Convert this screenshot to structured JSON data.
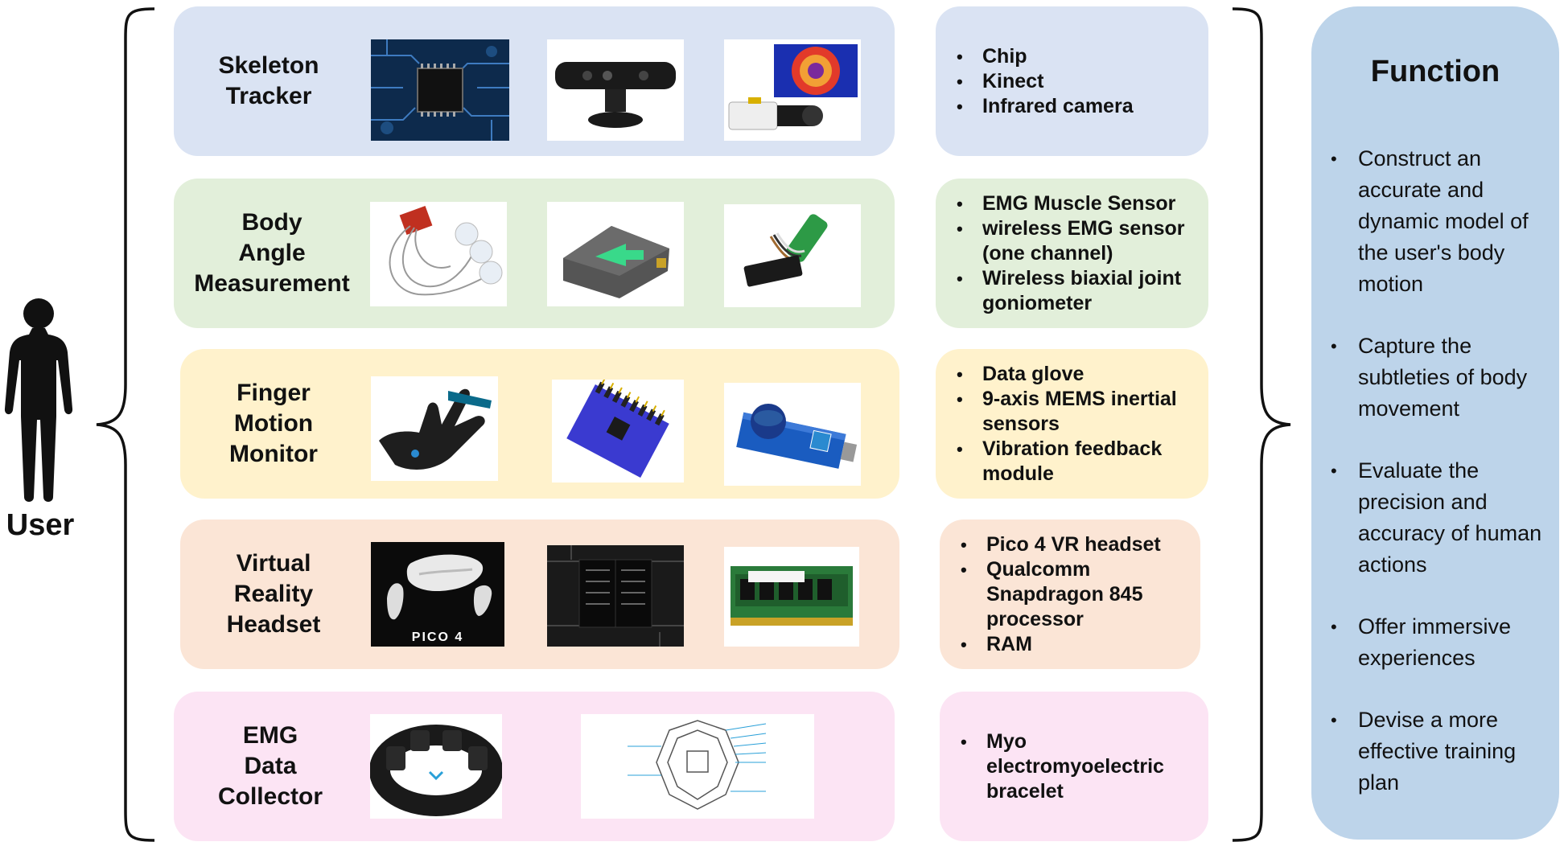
{
  "user": {
    "label": "User",
    "icon": "person-silhouette-icon"
  },
  "rows": [
    {
      "title_lines": [
        "Skeleton",
        "Tracker"
      ],
      "items": [
        "Chip",
        "Kinect",
        "Infrared camera"
      ],
      "thumb_icons": [
        "circuit-chip-icon",
        "kinect-sensor-icon",
        "infrared-camera-icon"
      ],
      "bg": "#dae3f3",
      "list_bg": "#dae3f3"
    },
    {
      "title_lines": [
        "Body",
        "Angle",
        "Measurement"
      ],
      "items": [
        "EMG Muscle Sensor",
        "wireless EMG sensor (one channel)",
        "Wireless biaxial joint goniometer"
      ],
      "thumb_icons": [
        "emg-electrodes-icon",
        "wireless-sensor-icon",
        "goniometer-icon"
      ],
      "bg": "#e2efda",
      "list_bg": "#e2efda"
    },
    {
      "title_lines": [
        "Finger",
        "Motion",
        "Monitor"
      ],
      "items": [
        "Data glove",
        "9-axis MEMS inertial sensors",
        "Vibration feedback module"
      ],
      "thumb_icons": [
        "data-glove-icon",
        "mems-sensor-board-icon",
        "vibration-module-icon"
      ],
      "bg": "#fff2cc",
      "list_bg": "#fff2cc"
    },
    {
      "title_lines": [
        "Virtual",
        "Reality",
        "Headset"
      ],
      "items": [
        "Pico 4 VR headset",
        "Qualcomm Snapdragon 845 processor",
        "RAM"
      ],
      "thumb_icons": [
        "vr-headset-icon",
        "processor-chip-icon",
        "ram-module-icon"
      ],
      "thumb_caption": "PICO 4",
      "bg": "#fbe5d6",
      "list_bg": "#fbe5d6"
    },
    {
      "title_lines": [
        "EMG",
        "Data",
        "Collector"
      ],
      "items": [
        "Myo electromyoelectric bracelet"
      ],
      "thumb_icons": [
        "myo-armband-icon",
        "myo-diagram-icon"
      ],
      "bg": "#fce4f4",
      "list_bg": "#fce4f4"
    }
  ],
  "function": {
    "title": "Function",
    "items": [
      "Construct an accurate and dynamic model of the user's body motion",
      "Capture the subtleties of body movement",
      "Evaluate the precision and accuracy of human actions",
      "Offer immersive experiences",
      "Devise a more effective training plan"
    ],
    "bg": "#bdd4ea"
  }
}
